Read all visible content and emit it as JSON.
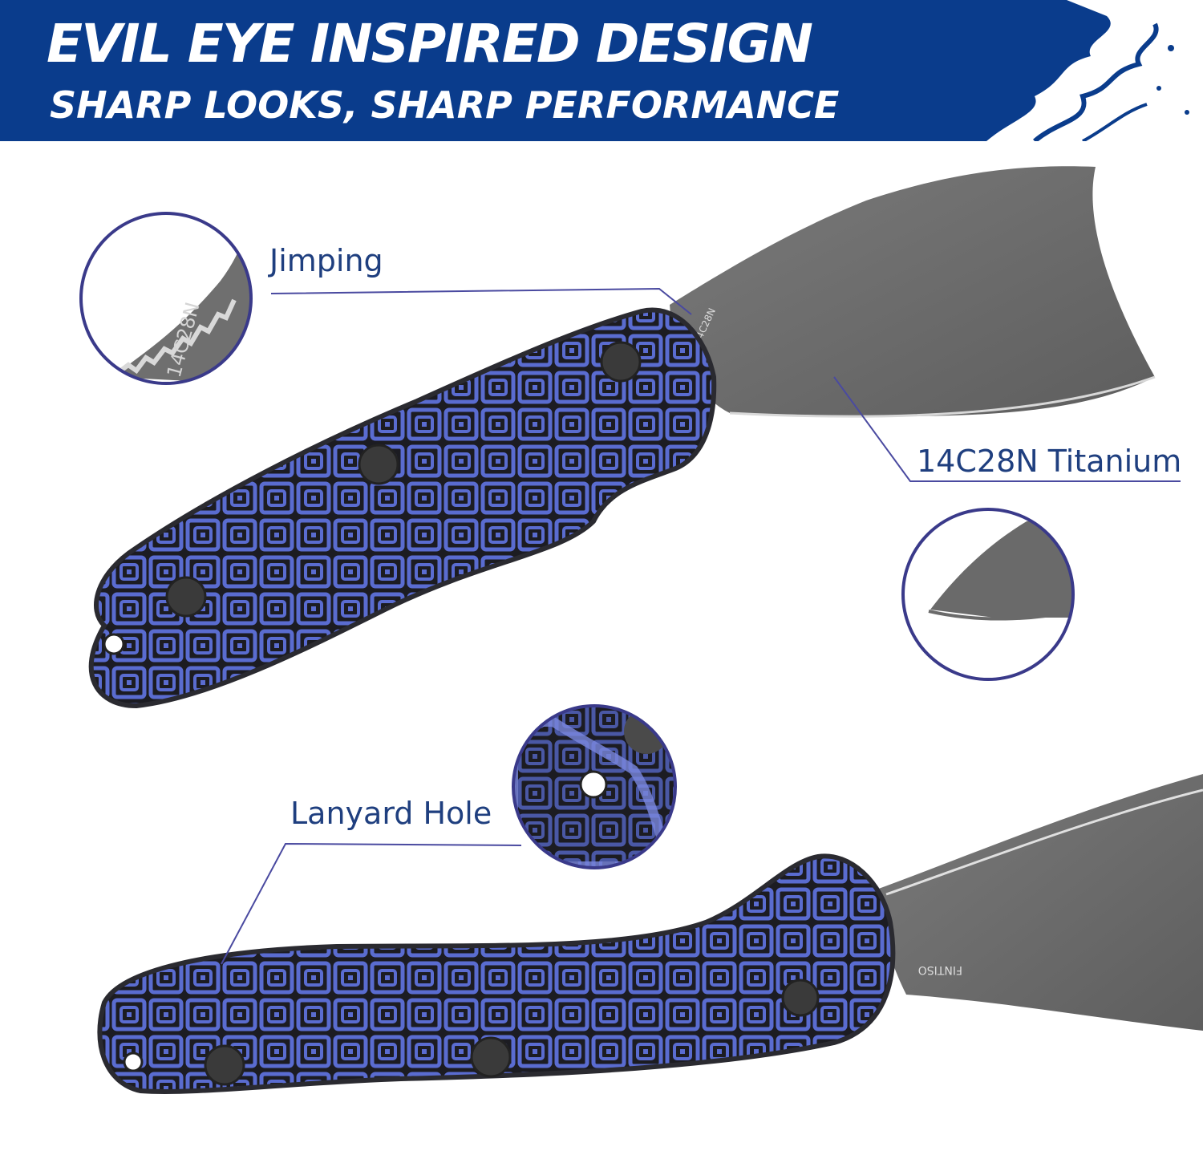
{
  "banner": {
    "title": "EVIL EYE INSPIRED DESIGN",
    "subtitle": "SHARP LOOKS, SHARP PERFORMANCE"
  },
  "callouts": {
    "jimping": "Jimping",
    "steel": "14C28N Titanium",
    "lanyard": "Lanyard Hole"
  },
  "blade_markings": {
    "steel_stamp": "14C28N",
    "brand_stamp": "FINTISO"
  },
  "colors": {
    "banner": "#0a3c8c",
    "callout_text": "#1f3f7f",
    "callout_line": "#4a4aa0",
    "blade": "#6b6b6b",
    "handle_black": "#1c1c22",
    "handle_blue": "#5a6cd0"
  }
}
